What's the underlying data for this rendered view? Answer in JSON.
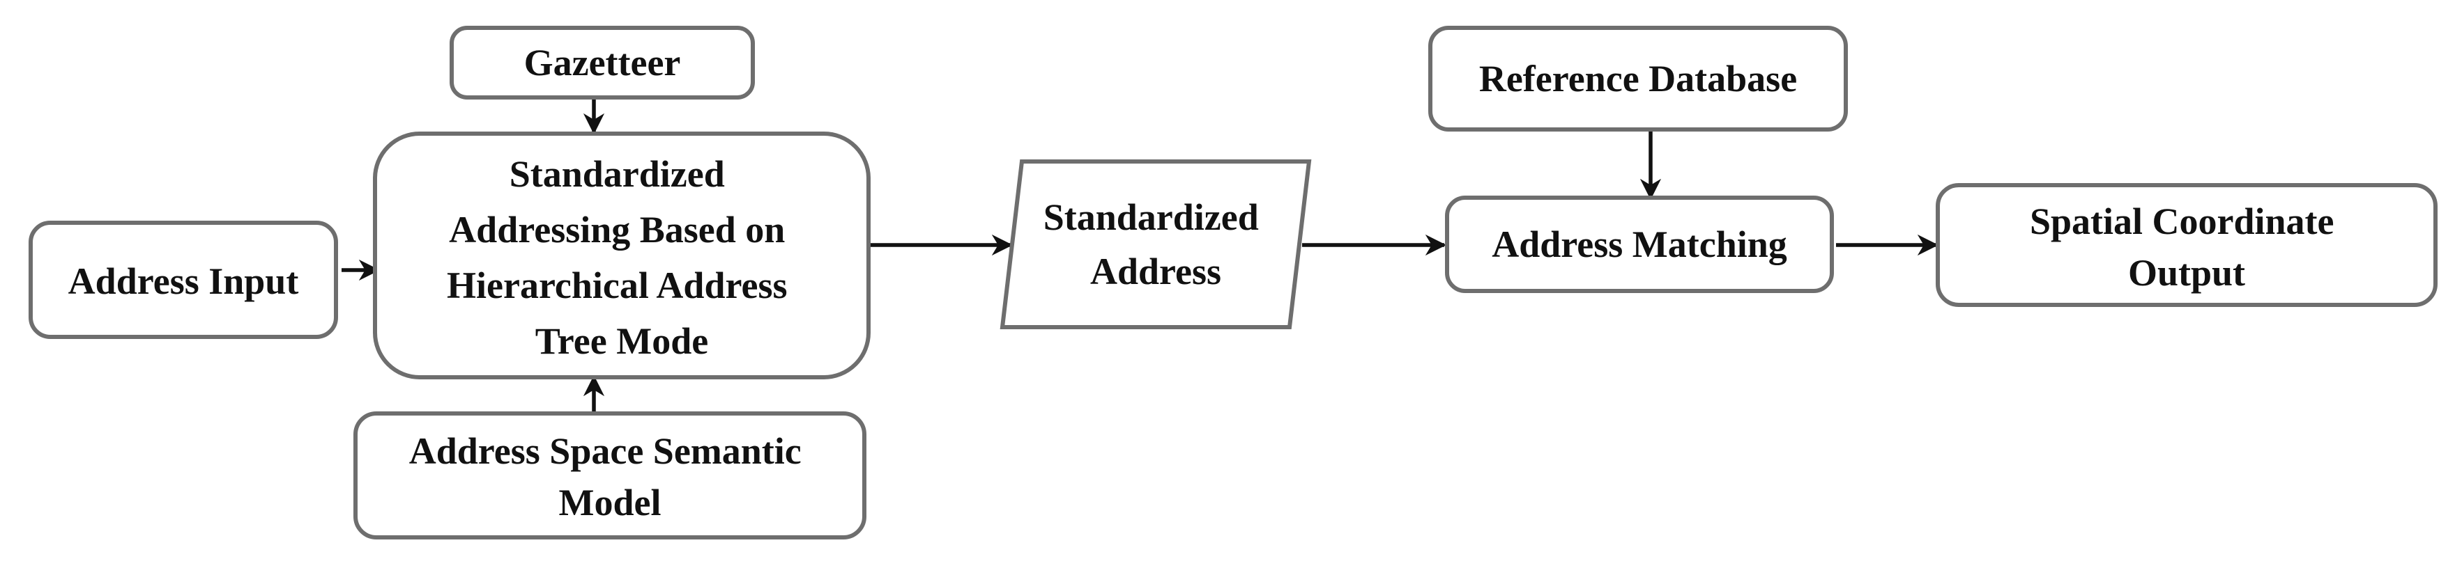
{
  "colors": {
    "box_stroke": "#6e6e6e",
    "box_fill": "#ffffff",
    "arrow": "#111111",
    "text": "#111111",
    "background": "#ffffff"
  },
  "nodes": {
    "gazetteer": {
      "label": "Gazetteer"
    },
    "standardized_addressing": {
      "lines": [
        "Standardized",
        "Addressing Based on",
        "Hierarchical Address",
        "Tree Mode"
      ]
    },
    "address_input": {
      "label": "Address Input"
    },
    "address_space_semantic_model": {
      "lines": [
        "Address Space Semantic",
        "Model"
      ]
    },
    "standardized_address": {
      "lines": [
        "Standardized",
        "Address"
      ]
    },
    "reference_database": {
      "label": "Reference Database"
    },
    "address_matching": {
      "label": "Address Matching"
    },
    "spatial_coordinate_output": {
      "lines": [
        "Spatial Coordinate",
        "Output"
      ]
    }
  },
  "edges": [
    {
      "from": "address_input",
      "to": "standardized_addressing"
    },
    {
      "from": "gazetteer",
      "to": "standardized_addressing"
    },
    {
      "from": "address_space_semantic_model",
      "to": "standardized_addressing"
    },
    {
      "from": "standardized_addressing",
      "to": "standardized_address"
    },
    {
      "from": "standardized_address",
      "to": "address_matching"
    },
    {
      "from": "reference_database",
      "to": "address_matching"
    },
    {
      "from": "address_matching",
      "to": "spatial_coordinate_output"
    }
  ]
}
